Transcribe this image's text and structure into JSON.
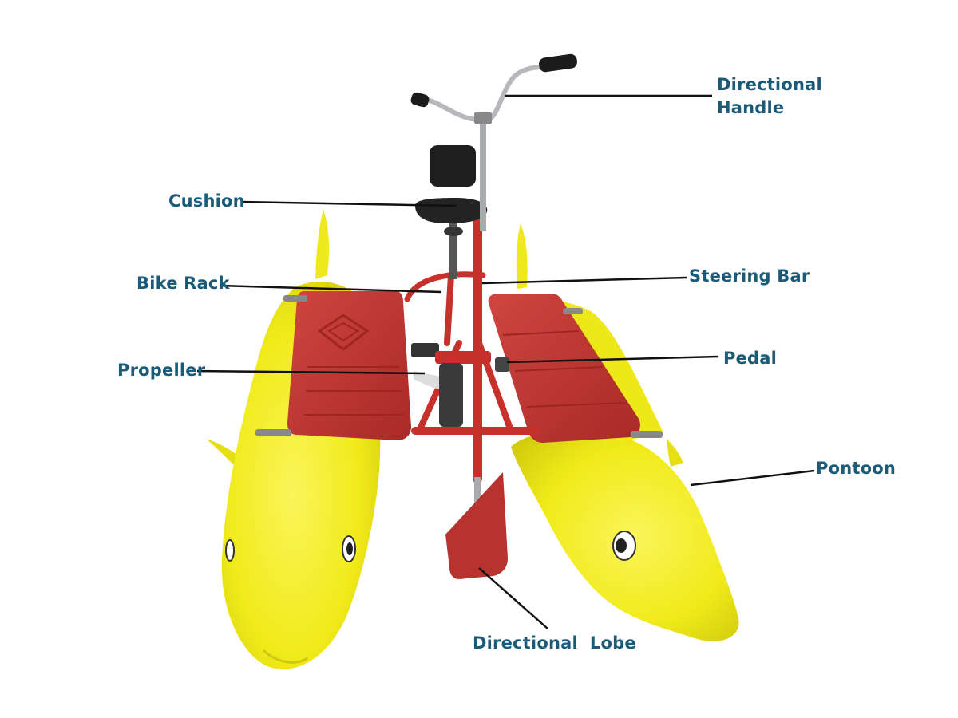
{
  "colors": {
    "label_text": "#1b5b78",
    "leader_line": "#111111",
    "pontoon_yellow": "#f2ec1c",
    "pontoon_shade": "#d4cf10",
    "pedal_red": "#c23a36",
    "frame_red": "#c8302c",
    "seat_black": "#1e1e1e",
    "metal": "#a9aaae"
  },
  "labels": {
    "directional_handle": [
      "Directional",
      "Handle"
    ],
    "cushion": "Cushion",
    "bike_rack": "Bike Rack",
    "steering_bar": "Steering Bar",
    "pedal": "Pedal",
    "propeller": "Propeller",
    "pontoon": "Pontoon",
    "directional_lobe": "Directional  Lobe"
  },
  "icons": {
    "product": "water-bike-icon"
  }
}
